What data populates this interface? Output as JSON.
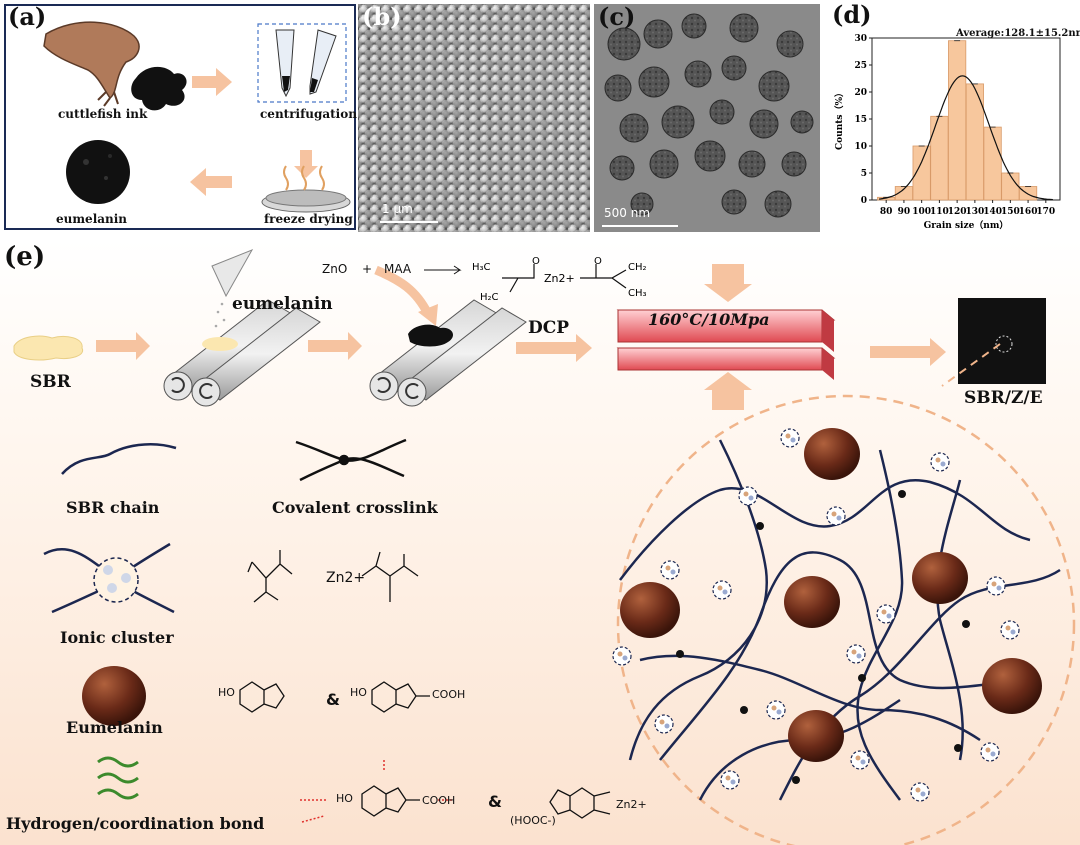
{
  "panel_a": {
    "label": "(a)",
    "cuttlefish_ink": "cuttlefish ink",
    "centrifugation": "centrifugation",
    "freeze_drying": "freeze drying",
    "eumelanin": "eumelanin"
  },
  "panel_b": {
    "label": "(b)",
    "scale": "1 μm"
  },
  "panel_c": {
    "label": "(c)",
    "scale": "500 nm"
  },
  "panel_d": {
    "label": "(d)",
    "average": "Average:128.1±15.2nm",
    "xlabel": "Grain size（nm）",
    "ylabel": "Counts（%）"
  },
  "chart_data": {
    "type": "bar",
    "categories": [
      "80",
      "90",
      "100",
      "110",
      "120",
      "130",
      "140",
      "150",
      "160",
      "170"
    ],
    "x": [
      80,
      90,
      100,
      110,
      120,
      130,
      140,
      150,
      160,
      170
    ],
    "values": [
      0.5,
      2.5,
      10,
      15.5,
      29.5,
      21.5,
      13.5,
      5,
      2.5,
      0
    ],
    "xlabel": "Grain size（nm）",
    "ylabel": "Counts（%）",
    "ylim": [
      0,
      30
    ],
    "xlim": [
      72,
      178
    ],
    "yticks": [
      "0",
      "5",
      "10",
      "15",
      "20",
      "25",
      "30"
    ],
    "fit": "gaussian",
    "fit_mean": 123,
    "fit_sigma": 15,
    "fit_peak": 23,
    "bar_color": "#f7c79d"
  },
  "panel_e": {
    "label": "(e)",
    "eumelanin": "eumelanin",
    "sbr": "SBR",
    "reaction_zno": "ZnO",
    "reaction_plus": "+",
    "reaction_maa": "MAA",
    "dcp": "DCP",
    "press": "160°C/10Mpa",
    "product": "SBR/Z/E"
  },
  "legend": {
    "sbr_chain": "SBR chain",
    "covalent_crosslink": "Covalent crosslink",
    "ionic_cluster": "Ionic cluster",
    "eumelanin": "Eumelanin",
    "hbond": "Hydrogen/coordination bond"
  },
  "chem": {
    "zn2": "Zn2+",
    "cooh": "COOH",
    "ho": "HO",
    "nh": "H",
    "amp": "&",
    "hooc": "(HOOC-)"
  },
  "colors": {
    "frame": "#1a2a55",
    "arrow": "#f6c3a0",
    "chain": "#1c2750",
    "eumelanin": "#6a2a18",
    "bar": "#f7c79d",
    "press_red": "#e85b60",
    "hbond_green": "#3c8a2c"
  }
}
